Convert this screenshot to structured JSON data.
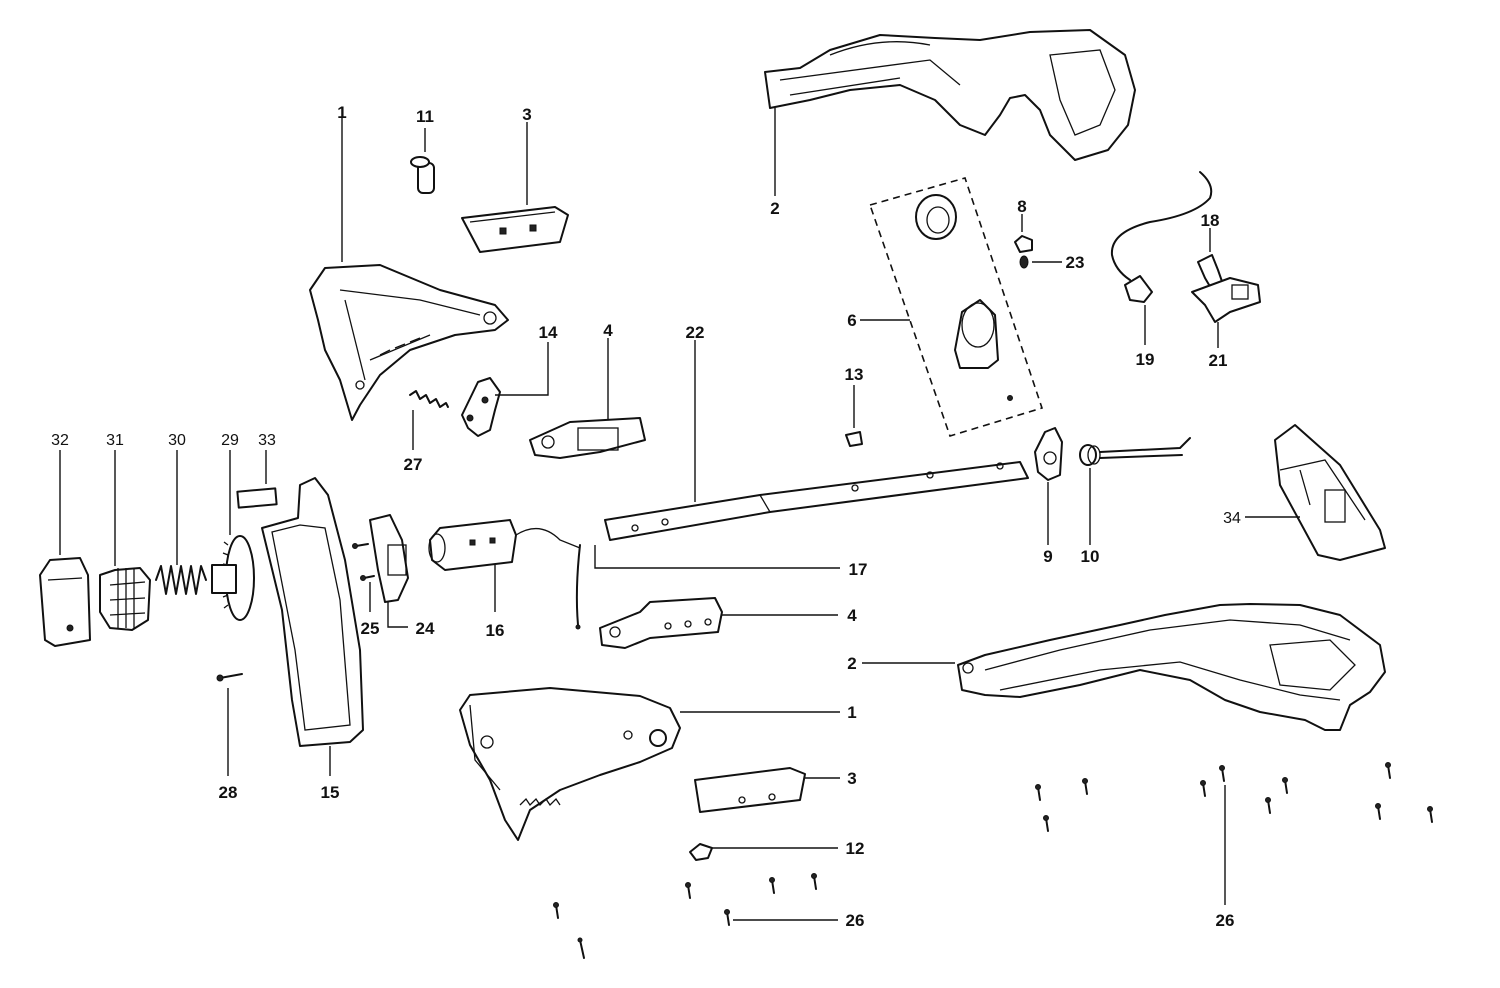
{
  "labels": {
    "l1_top": "1",
    "l1_bot": "1",
    "l2_top": "2",
    "l2_bot": "2",
    "l3_top": "3",
    "l3_bot": "3",
    "l4_top": "4",
    "l4_bot": "4",
    "l6": "6",
    "l8": "8",
    "l9": "9",
    "l10": "10",
    "l11": "11",
    "l12": "12",
    "l13": "13",
    "l14": "14",
    "l15": "15",
    "l16": "16",
    "l17": "17",
    "l18": "18",
    "l19": "19",
    "l21": "21",
    "l22": "22",
    "l23": "23",
    "l24": "24",
    "l25": "25",
    "l26_left": "26",
    "l26_right": "26",
    "l27": "27",
    "l28": "28",
    "l29": "29",
    "l30": "30",
    "l31": "31",
    "l32": "32",
    "l33": "33",
    "l34": "34"
  }
}
